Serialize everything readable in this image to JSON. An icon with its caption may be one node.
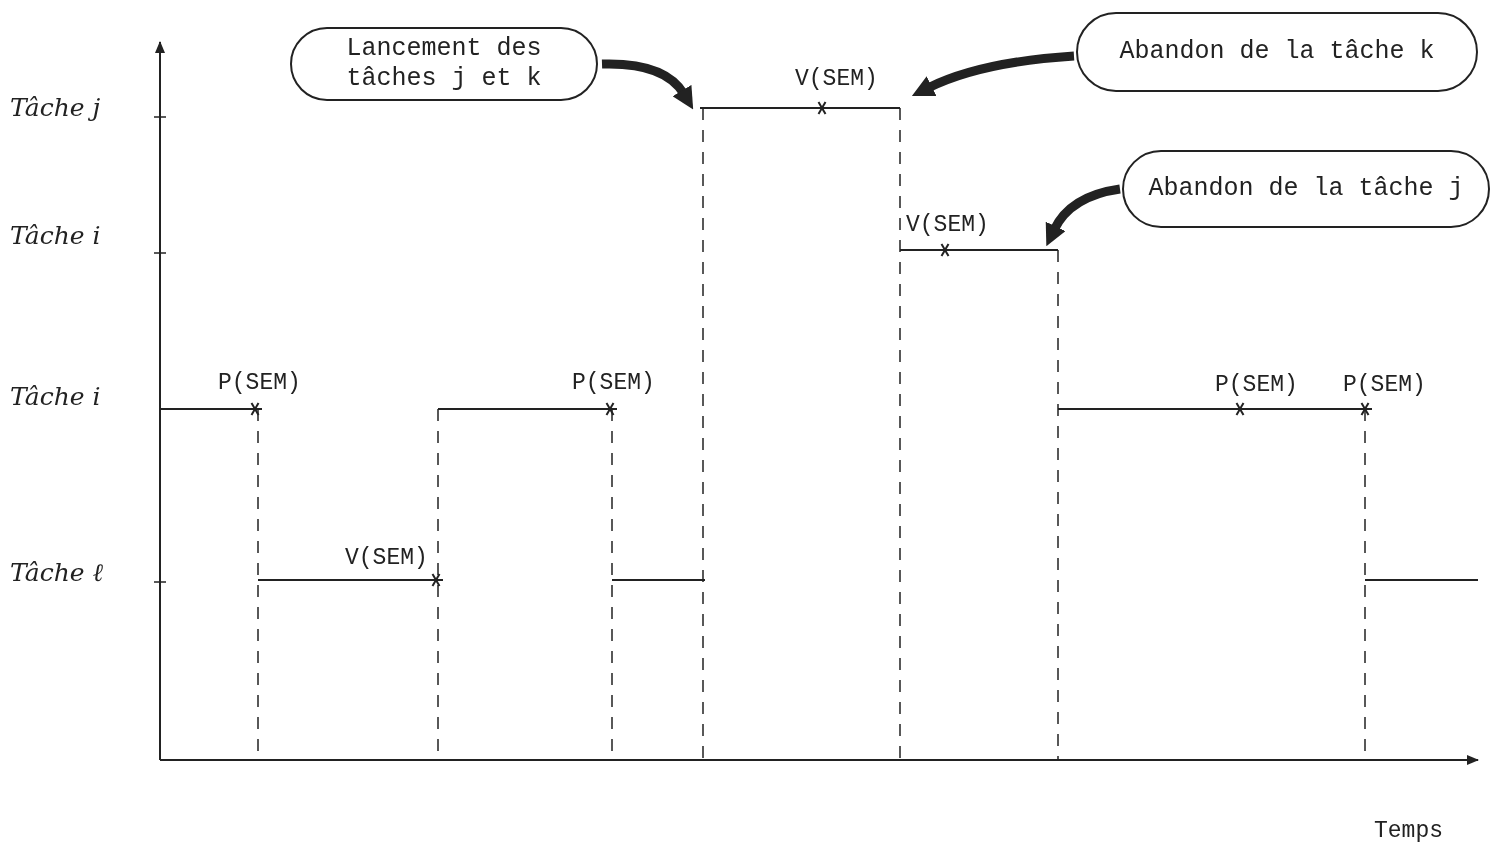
{
  "diagram": {
    "nodes": [
      {
        "text": [
          "Lancement des tâches j et k"
        ]
      },
      {
        "text": [
          "Abandon de la tâche k"
        ]
      },
      {
        "text": [
          "Abandon de la tâche j"
        ]
      }
    ],
    "edges": [
      {
        "from": 0,
        "to": null,
        "arrow": "to"
      },
      {
        "from": 1,
        "to": null,
        "arrow": "to"
      },
      {
        "from": 2,
        "to": null,
        "arrow": "to"
      }
    ],
    "labels": [
      "V(SEM)",
      "Tâche j",
      "Tâche i",
      "V(SEM)",
      "Tâche i",
      "P(SEM)",
      "P(SEM)",
      "P(SEM)",
      "P(SEM)",
      "V(SEM)",
      "Tâche ℓ",
      "Temps"
    ]
  }
}
